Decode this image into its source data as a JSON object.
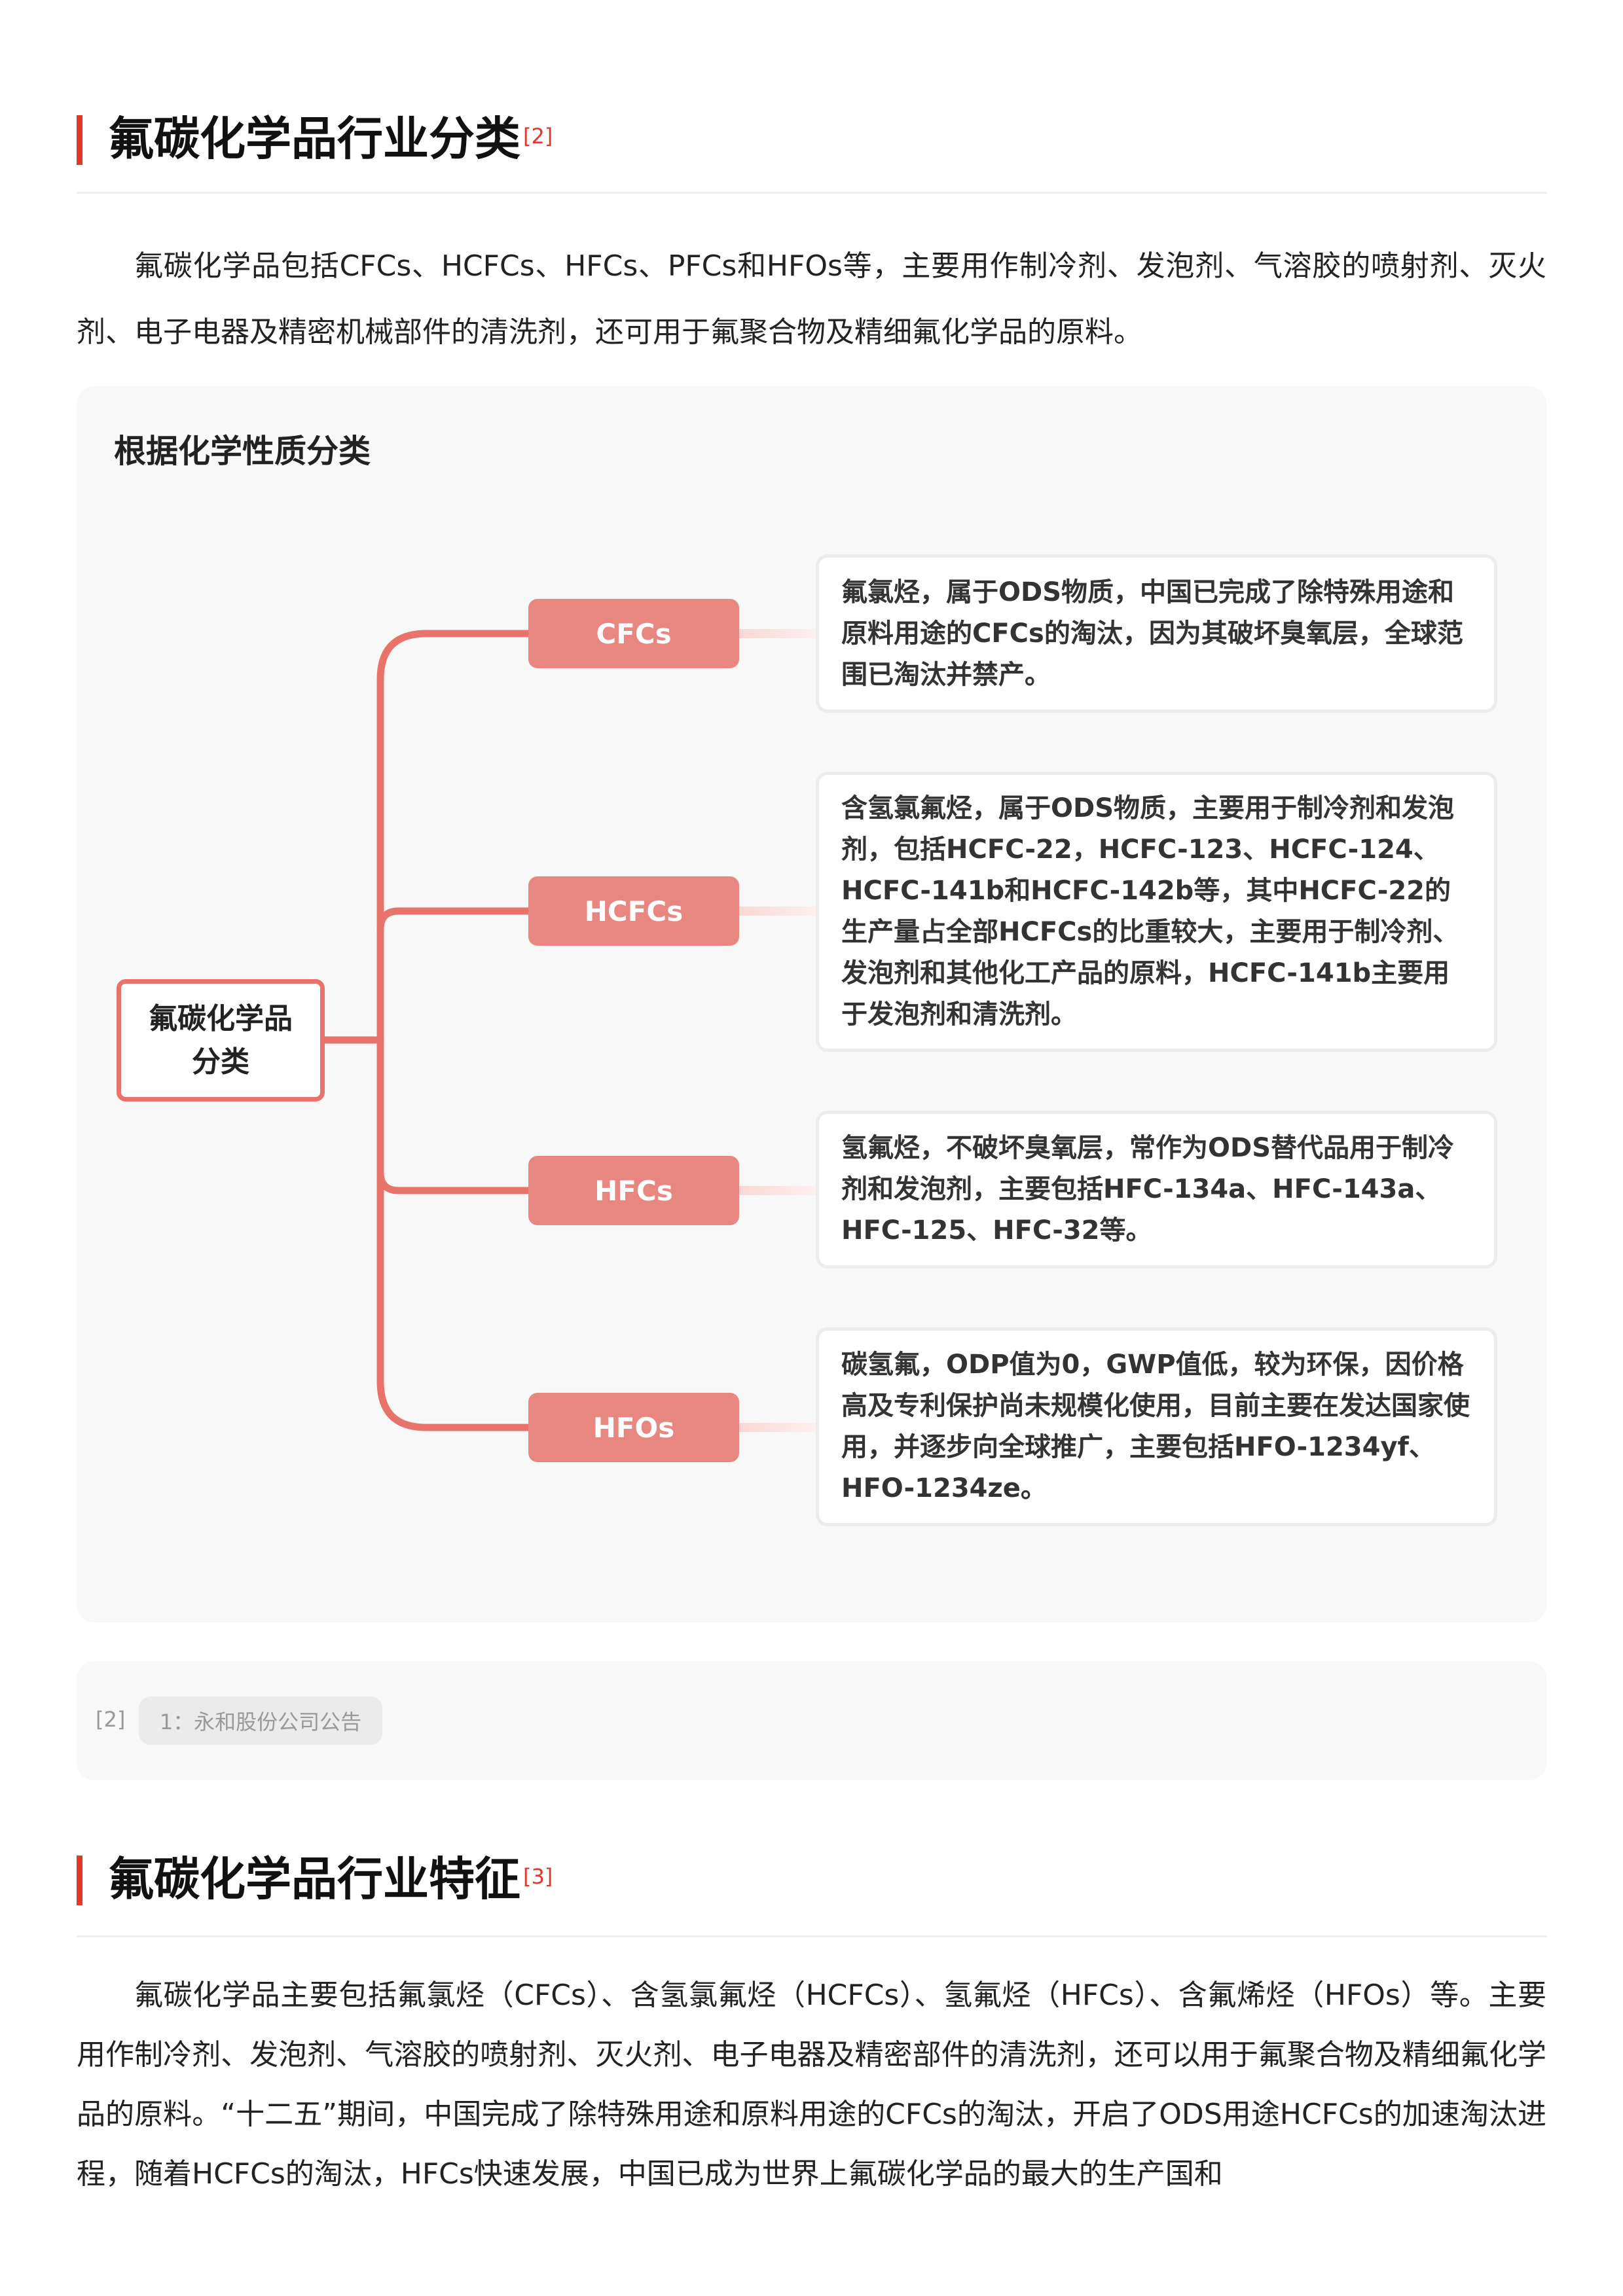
{
  "section1": {
    "title": "氟碳化学品行业分类",
    "ref": "[2]",
    "paragraph": "氟碳化学品包括CFCs、HCFCs、HFCs、PFCs和HFOs等，主要用作制冷剂、发泡剂、气溶胶的喷射剂、灭火剂、电子电器及精密机械部件的清洗剂，还可用于氟聚合物及精细氟化学品的原料。"
  },
  "mindmap": {
    "title": "根据化学性质分类",
    "root": "氟碳化学品分类",
    "branches": [
      {
        "label": "CFCs",
        "desc": "氟氯烃，属于ODS物质，中国已完成了除特殊用途和原料用途的CFCs的淘汰，因为其破坏臭氧层，全球范围已淘汰并禁产。"
      },
      {
        "label": "HCFCs",
        "desc": "含氢氯氟烃，属于ODS物质，主要用于制冷剂和发泡剂，包括HCFC-22，HCFC-123、HCFC-124、HCFC-141b和HCFC-142b等，其中HCFC-22的生产量占全部HCFCs的比重较大，主要用于制冷剂、发泡剂和其他化工产品的原料，HCFC-141b主要用于发泡剂和清洗剂。"
      },
      {
        "label": "HFCs",
        "desc": "氢氟烃，不破坏臭氧层，常作为ODS替代品用于制冷剂和发泡剂，主要包括HFC-134a、HFC-143a、HFC-125、HFC-32等。"
      },
      {
        "label": "HFOs",
        "desc": "碳氢氟，ODP值为0，GWP值低，较为环保，因价格高及专利保护尚未规模化使用，目前主要在发达国家使用，并逐步向全球推广，主要包括HFO-1234yf、HFO-1234ze。"
      }
    ]
  },
  "footnote": {
    "ref": "[2]",
    "source": "1：永和股份公司公告"
  },
  "section2": {
    "title": "氟碳化学品行业特征",
    "ref": "[3]",
    "paragraph": "氟碳化学品主要包括氟氯烃（CFCs）、含氢氯氟烃（HCFCs）、氢氟烃（HFCs）、含氟烯烃（HFOs）等。主要用作制冷剂、发泡剂、气溶胶的喷射剂、灭火剂、电子电器及精密部件的清洗剂，还可以用于氟聚合物及精细氟化学品的原料。“十二五”期间，中国完成了除特殊用途和原料用途的CFCs的淘汰，开启了ODS用途HCFCs的加速淘汰进程，随着HCFCs的淘汰，HFCs快速发展，中国已成为世界上氟碳化学品的最大的生产国和"
  },
  "colors": {
    "accent": "#e0392b",
    "node": "#e8877f",
    "connector": "#e8736b"
  }
}
